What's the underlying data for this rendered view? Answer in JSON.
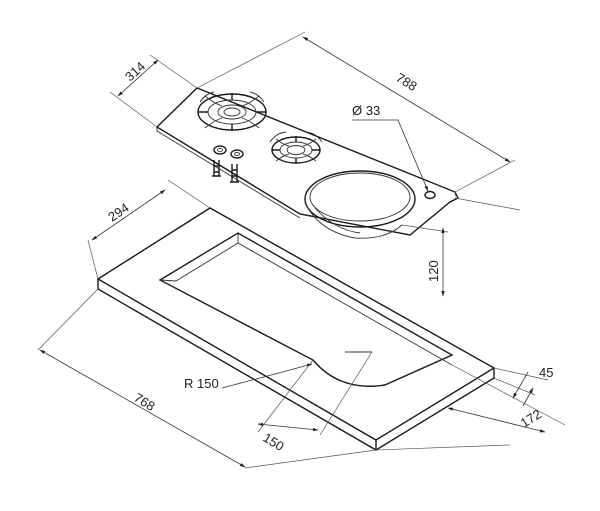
{
  "dimensions": {
    "hob_depth": "314",
    "hob_length": "788",
    "hole_diameter": "Ø 33",
    "sink_depth": "120",
    "cutout_depth": "294",
    "cutout_length": "768",
    "radius": "R 150",
    "offset_150": "150",
    "thickness": "45",
    "offset_172": "172"
  }
}
